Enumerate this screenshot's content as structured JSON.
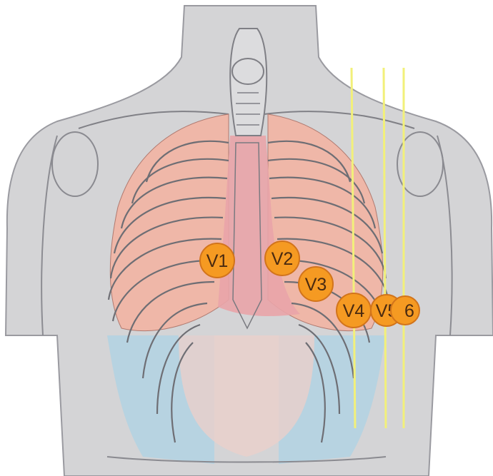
{
  "diagram": {
    "electrodes": [
      {
        "id": "v1",
        "label": "V1"
      },
      {
        "id": "v2",
        "label": "V2"
      },
      {
        "id": "v3",
        "label": "V3"
      },
      {
        "id": "v4",
        "label": "V4"
      },
      {
        "id": "v5",
        "label": "V5"
      },
      {
        "id": "v6",
        "label": "6"
      }
    ],
    "colors": {
      "background": "#ffffff",
      "skin": "#d4d4d6",
      "outline": "#7a7a7e",
      "lung": "#efb7a8",
      "lower_ribcage": "#b4d3e2",
      "heart_area": "#e9a4a8",
      "electrode_fill": "#f59a22",
      "electrode_stroke": "#d2741b",
      "guide_line": "#f2f07a"
    }
  }
}
